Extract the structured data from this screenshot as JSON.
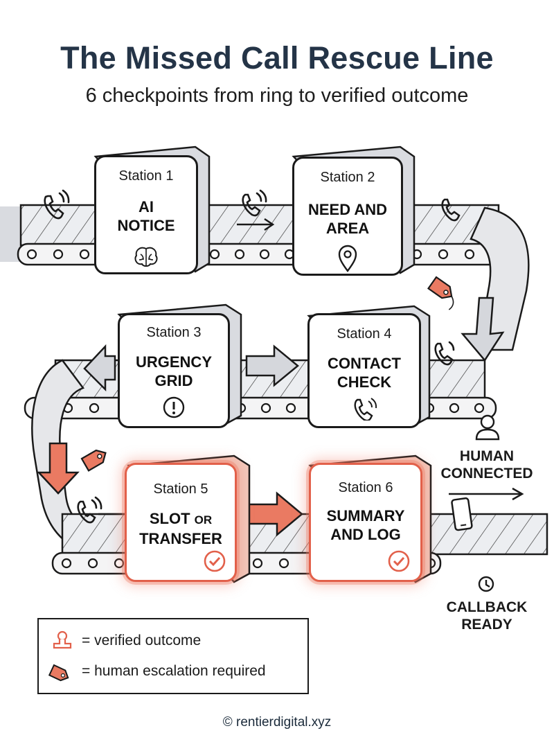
{
  "header": {
    "title": "The Missed Call Rescue Line",
    "subtitle": "6 checkpoints from ring to verified outcome"
  },
  "stations": [
    {
      "label": "Station 1",
      "name_line1": "AI",
      "name_line2": "NOTICE",
      "icon": "brain-icon"
    },
    {
      "label": "Station 2",
      "name_line1": "NEED AND",
      "name_line2": "AREA",
      "icon": "map-pin-icon"
    },
    {
      "label": "Station 3",
      "name_line1": "URGENCY",
      "name_line2": "GRID",
      "icon": "exclamation-icon"
    },
    {
      "label": "Station 4",
      "name_line1": "CONTACT",
      "name_line2": "CHECK",
      "icon": "phone-icon"
    },
    {
      "label": "Station 5",
      "name_line1": "SLOT",
      "name_line1_suffix": "OR",
      "name_line2": "TRANSFER",
      "icon": "verified-stamp-icon"
    },
    {
      "label": "Station 6",
      "name_line1": "SUMMARY",
      "name_line2": "AND LOG",
      "icon": "verified-stamp-icon"
    }
  ],
  "outcomes": {
    "human_line1": "HUMAN",
    "human_line2": "CONNECTED",
    "callback_line1": "CALLBACK",
    "callback_line2": "READY"
  },
  "legend": {
    "verified": "= verified outcome",
    "escalation": "= human escalation required"
  },
  "footer": "© rentierdigital.xyz",
  "colors": {
    "accent": "#e8735c",
    "ink": "#1a1a1a",
    "belt": "#e6e7ea",
    "title": "#243447"
  }
}
